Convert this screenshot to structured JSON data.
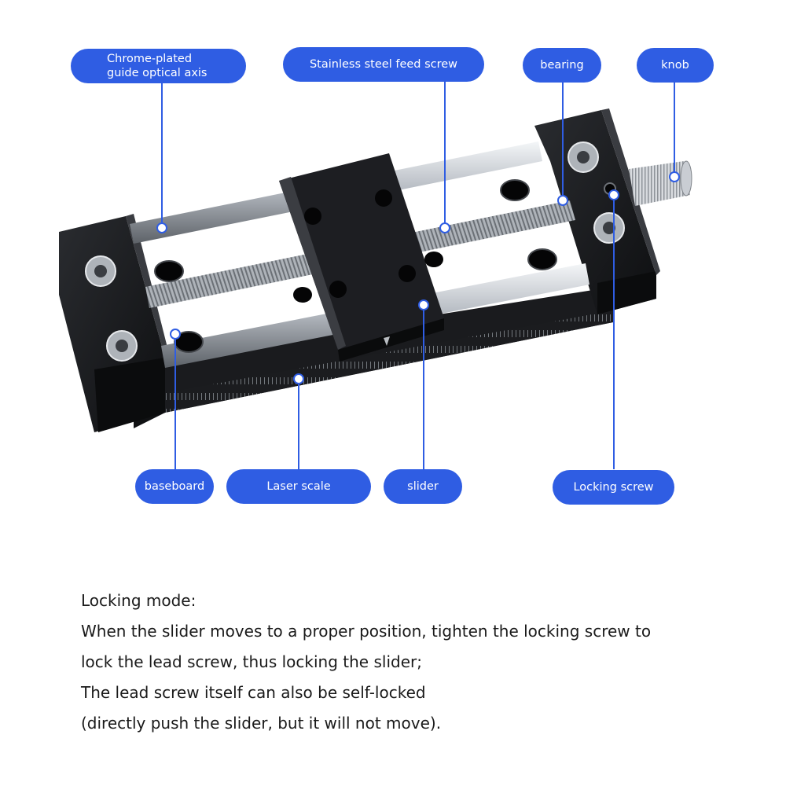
{
  "colors": {
    "accent": "#2f5de3",
    "leader_line": "#2f5de3",
    "body": "#17181b",
    "rod": "#c9cdd3"
  },
  "labels": {
    "guide_axis": [
      "Chrome-plated",
      "guide optical axis"
    ],
    "feed_screw": "Stainless steel feed screw",
    "bearing": "bearing",
    "knob": "knob",
    "baseboard": "baseboard",
    "laser_scale": "Laser scale",
    "slider": "slider",
    "locking_screw": "Locking screw"
  },
  "caption": [
    "Locking mode:",
    "When the slider moves to a proper position, tighten the locking screw to",
    "lock the lead screw, thus locking the slider;",
    "The lead screw itself can also be self-locked",
    "(directly push the slider, but it will not move)."
  ]
}
